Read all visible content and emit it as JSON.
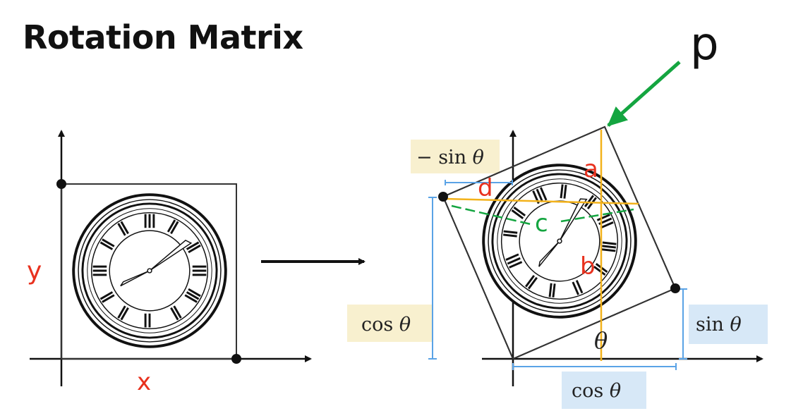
{
  "title": "Rotation Matrix",
  "left_figure": {
    "x_label": "x",
    "y_label": "y"
  },
  "right_figure": {
    "point_label": "p",
    "labels": {
      "a": "a",
      "b": "b",
      "c": "c",
      "d": "d"
    },
    "angle_label": "θ",
    "neg_sin_label": {
      "prefix": "− sin ",
      "var": "θ"
    },
    "cos_left_label": {
      "prefix": "cos ",
      "var": "θ"
    },
    "sin_right_label": {
      "prefix": "sin ",
      "var": "θ"
    },
    "cos_bottom_label": {
      "prefix": "cos ",
      "var": "θ"
    }
  },
  "colors": {
    "red_label": "#e8311e",
    "green_accent": "#14a540",
    "orange_line": "#f3b21b",
    "blue_bracket": "#5aa3e6",
    "yellow_box": "#f8f0cf",
    "blue_box": "#d7e8f7"
  },
  "icons": [
    "clock-icon",
    "arrow-icon",
    "pointer-arrow-icon"
  ]
}
